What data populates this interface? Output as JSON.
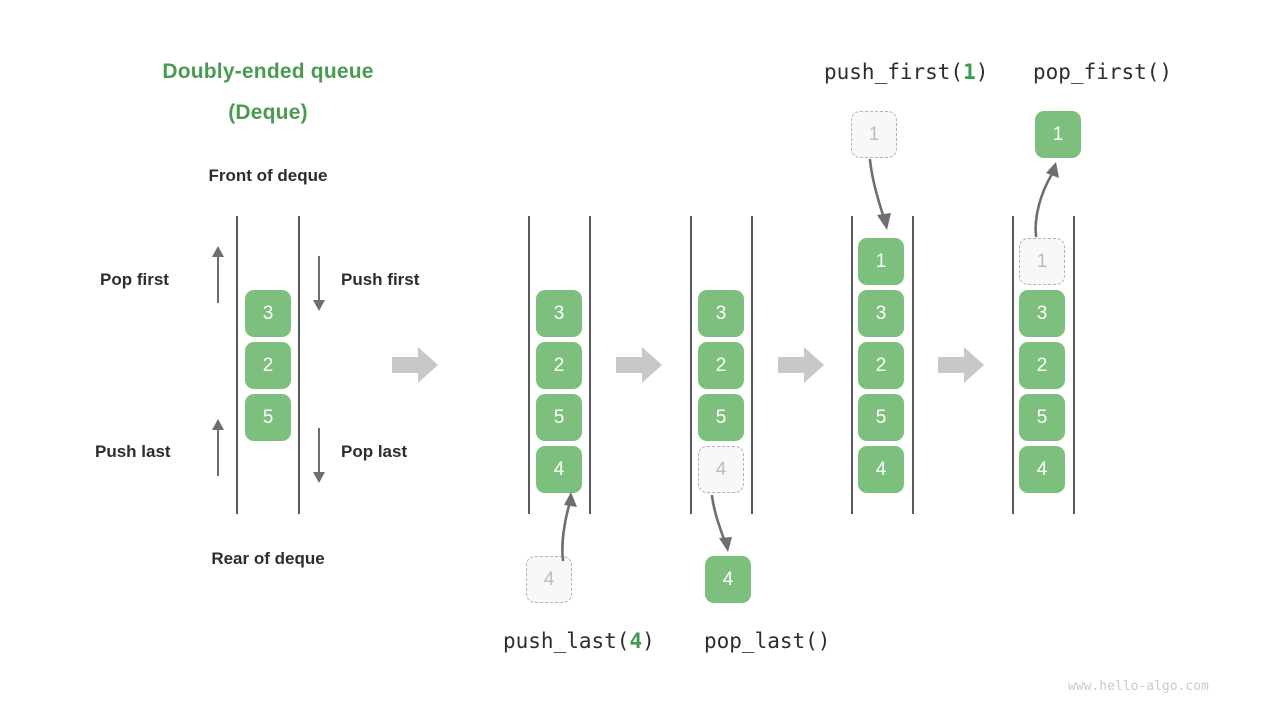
{
  "diagram": {
    "title_line1": "Doubly-ended queue",
    "title_line2": "(Deque)",
    "front_label": "Front of deque",
    "rear_label": "Rear of deque",
    "watermark": "www.hello-algo.com",
    "accent_color": "#4a9b52",
    "box_color": "#7dbf7d",
    "ghost_color": "#f8f8f8",
    "arrow_color": "#6d6e70",
    "block_arrow_color": "#c8c8c8"
  },
  "side_labels": {
    "pop_first": "Pop first",
    "push_first": "Push first",
    "push_last": "Push last",
    "pop_last": "Pop last"
  },
  "operations": {
    "push_first_name": "push_first(",
    "push_first_arg": "1",
    "push_first_close": ")",
    "pop_first": "pop_first()",
    "push_last_name": "push_last(",
    "push_last_arg": "4",
    "push_last_close": ")",
    "pop_last": "pop_last()"
  },
  "columns": [
    {
      "id": "initial",
      "values": [
        "3",
        "2",
        "5"
      ],
      "ghosts": []
    },
    {
      "id": "after-push-last",
      "values": [
        "3",
        "2",
        "5",
        "4"
      ],
      "ghosts": []
    },
    {
      "id": "after-pop-last",
      "values": [
        "3",
        "2",
        "5",
        "4"
      ],
      "ghosts": [
        "4"
      ]
    },
    {
      "id": "after-push-first",
      "values": [
        "1",
        "3",
        "2",
        "5",
        "4"
      ],
      "ghosts": []
    },
    {
      "id": "after-pop-first",
      "values": [
        "1",
        "3",
        "2",
        "5",
        "4"
      ],
      "ghosts": [
        "1"
      ]
    }
  ],
  "floating_boxes": {
    "push_last_source": "4",
    "pop_last_result": "4",
    "push_first_source": "1",
    "pop_first_result": "1"
  },
  "cells": {
    "c1_b0": "3",
    "c1_b1": "2",
    "c1_b2": "5",
    "c2_b0": "3",
    "c2_b1": "2",
    "c2_b2": "5",
    "c2_b3": "4",
    "c3_b0": "3",
    "c3_b1": "2",
    "c3_b2": "5",
    "c3_b3": "4",
    "c4_b0": "1",
    "c4_b1": "3",
    "c4_b2": "2",
    "c4_b3": "5",
    "c4_b4": "4",
    "c5_b0": "1",
    "c5_b1": "3",
    "c5_b2": "2",
    "c5_b3": "5",
    "c5_b4": "4"
  }
}
